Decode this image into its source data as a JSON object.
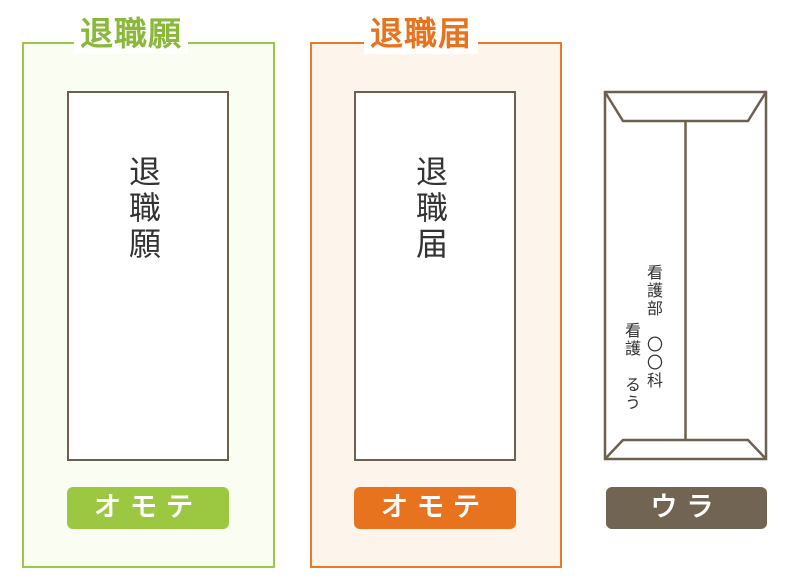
{
  "panels": [
    {
      "title": "退職願",
      "accent_color": "#9bc84a",
      "background": "#fafdf2",
      "envelope_text": "退職願",
      "badge_label": "オモテ",
      "badge_color": "#9bc840"
    },
    {
      "title": "退職届",
      "accent_color": "#e87a2a",
      "background": "#fdf4ec",
      "envelope_text": "退職届",
      "badge_label": "オモテ",
      "badge_color": "#e8731f"
    }
  ],
  "back": {
    "department": "看護部　〇〇科",
    "name": "看護　るう",
    "badge_label": "ウラ",
    "badge_color": "#726452",
    "line_color": "#6e604f"
  }
}
